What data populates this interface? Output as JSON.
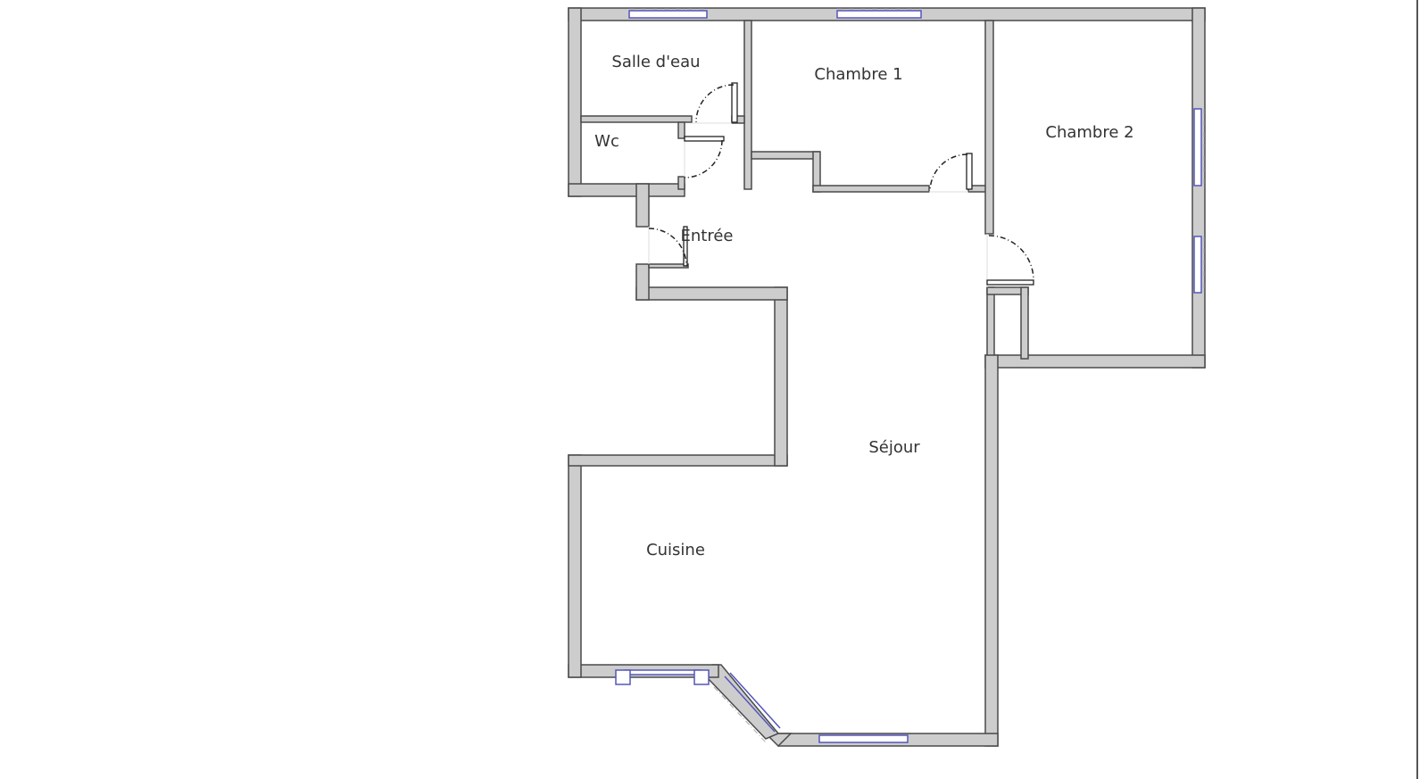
{
  "plan": {
    "rooms": [
      {
        "id": "salle-deau",
        "label": "Salle d'eau"
      },
      {
        "id": "wc",
        "label": "Wc"
      },
      {
        "id": "chambre-1",
        "label": "Chambre 1"
      },
      {
        "id": "chambre-2",
        "label": "Chambre 2"
      },
      {
        "id": "entree",
        "label": "Entrée"
      },
      {
        "id": "sejour",
        "label": "Séjour"
      },
      {
        "id": "cuisine",
        "label": "Cuisine"
      }
    ],
    "colors": {
      "wall": "#cdcdcd",
      "wall_outline": "#4a4a4a",
      "window": "#5555bb"
    }
  }
}
